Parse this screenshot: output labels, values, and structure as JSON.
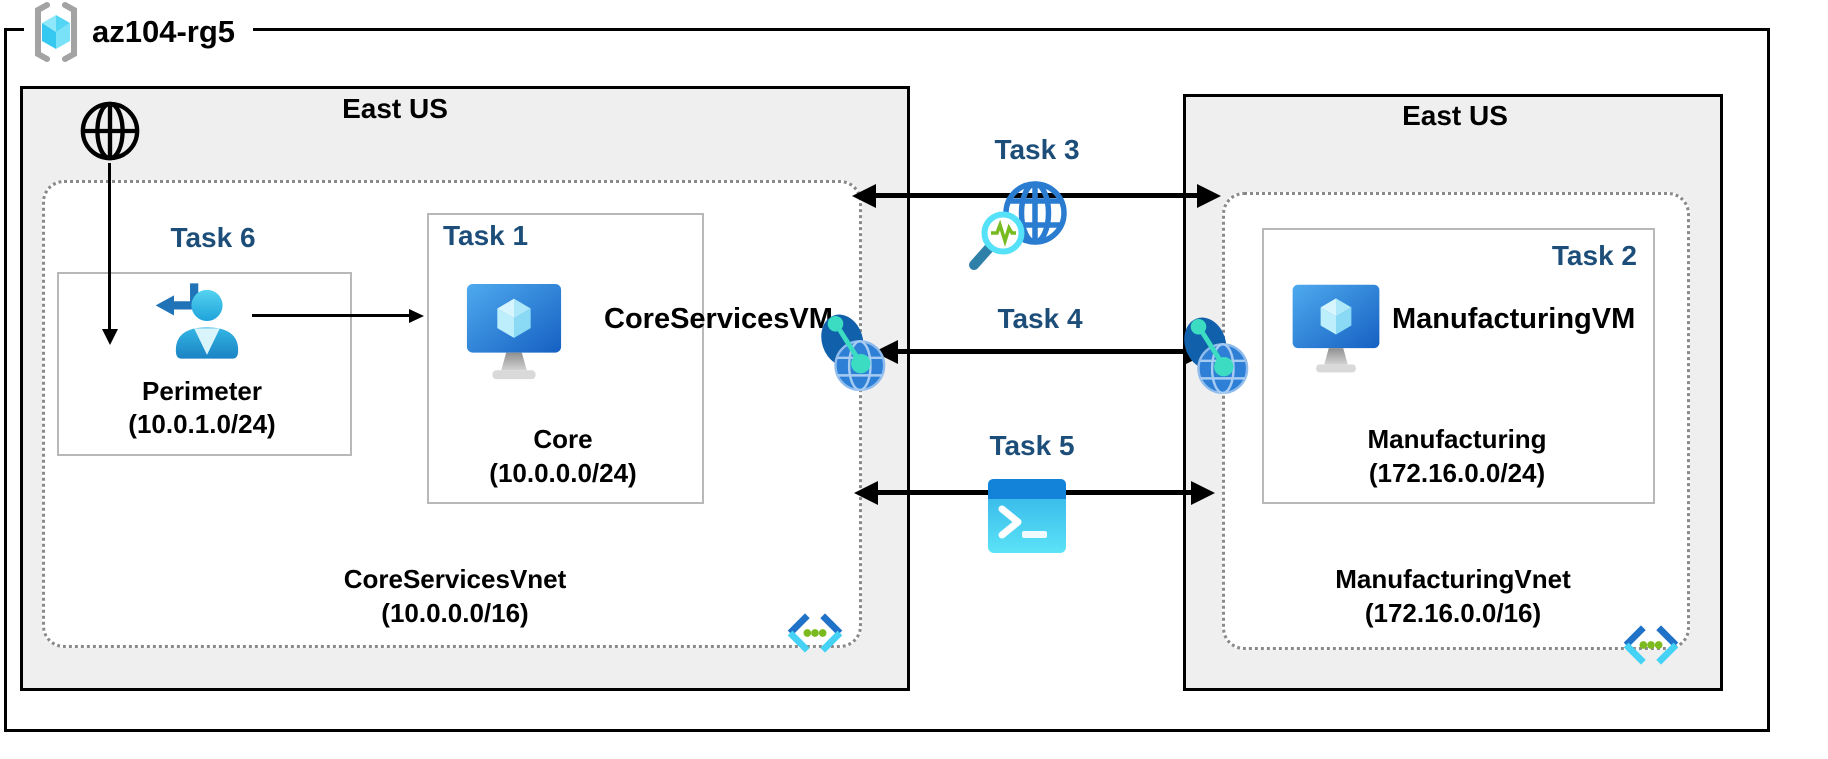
{
  "rg": {
    "label": "az104-rg5"
  },
  "left_region": {
    "location": "East US",
    "perimeter_task": "Task 6",
    "perimeter_name": "Perimeter",
    "perimeter_cidr": "(10.0.1.0/24)",
    "vm_task": "Task 1",
    "vm_name": "CoreServicesVM",
    "subnet_name": "Core",
    "subnet_cidr": "(10.0.0.0/24)",
    "vnet_name": "CoreServicesVnet",
    "vnet_cidr": "(10.0.0.0/16)"
  },
  "right_region": {
    "location": "East US",
    "vm_task": "Task 2",
    "vm_name": "ManufacturingVM",
    "subnet_name": "Manufacturing",
    "subnet_cidr": "(172.16.0.0/24)",
    "vnet_name": "ManufacturingVnet",
    "vnet_cidr": "(172.16.0.0/16)"
  },
  "connections": {
    "task3": {
      "label": "Task 3",
      "icon": "network-watcher-icon"
    },
    "task4": {
      "label": "Task 4",
      "icon": "vnet-peering-icon"
    },
    "task5": {
      "label": "Task 5",
      "icon": "cloud-shell-icon"
    }
  },
  "colors": {
    "task_label": "#1D4E79",
    "region_fill": "#EFEFEF",
    "dotted_border": "#8A8A8A",
    "vm_blue": "#1560C2",
    "cube_cyan": "#53D5F4",
    "peering_teal": "#3BDCC1",
    "subnet_green": "#7CBB1F",
    "shell_header": "#1283D9"
  }
}
